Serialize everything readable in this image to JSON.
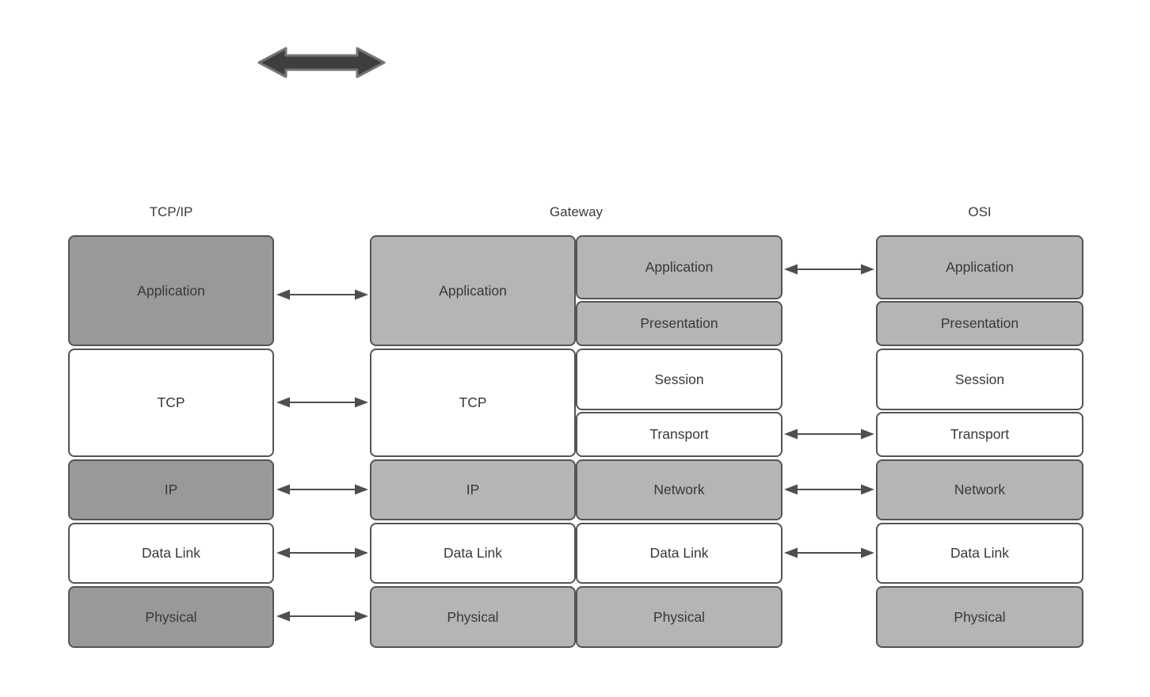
{
  "headers": {
    "tcpip": "TCP/IP",
    "gateway": "Gateway",
    "osi": "OSI"
  },
  "layers": {
    "tcpip": [
      "Application",
      "TCP",
      "IP",
      "Data Link",
      "Physical"
    ],
    "gateway_left": [
      "Application",
      "TCP",
      "IP",
      "Data Link",
      "Physical"
    ],
    "gateway_right": [
      "Application",
      "Presentation",
      "Session",
      "Transport",
      "Network",
      "Data Link",
      "Physical"
    ],
    "osi": [
      "Application",
      "Presentation",
      "Session",
      "Transport",
      "Network",
      "Data Link",
      "Physical"
    ]
  },
  "colors": {
    "background": "#ffffff",
    "box_dark_gray": "#999999",
    "box_light_gray": "#b5b5b5",
    "box_white": "#ffffff",
    "box_border": "#545454",
    "connector_arrow": "#4e4e4e",
    "text": "#3b3b3b",
    "thick_arrow_fill": "#3e3e3e",
    "thick_arrow_stroke": "#757575"
  },
  "icons": {
    "top_left": "double-headed-arrow-icon"
  }
}
